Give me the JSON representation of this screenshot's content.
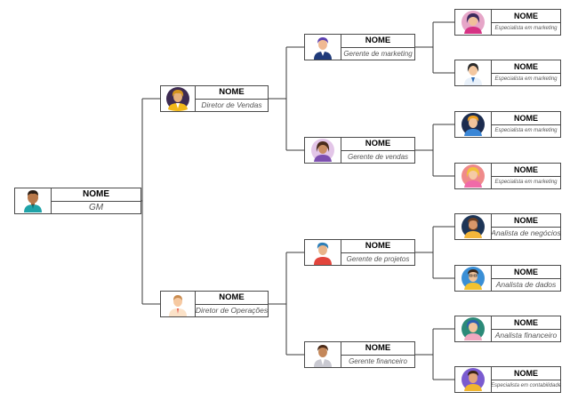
{
  "chart": {
    "gm": {
      "name": "NOME",
      "role": "GM",
      "avatar": "man-teal-shirt-icon"
    },
    "directors": [
      {
        "name": "NOME",
        "role": "Diretor de Vendas",
        "avatar": "woman-yellow-icon"
      },
      {
        "name": "NOME",
        "role": "Diretor de Operações",
        "avatar": "man-light-icon"
      }
    ],
    "managers": [
      {
        "name": "NOME",
        "role": "Gerente de marketing",
        "avatar": "man-navy-icon"
      },
      {
        "name": "NOME",
        "role": "Gerente de vendas",
        "avatar": "woman-purple-icon"
      },
      {
        "name": "NOME",
        "role": "Gerente de projetos",
        "avatar": "man-red-shirt-icon"
      },
      {
        "name": "NOME",
        "role": "Gerente financeiro",
        "avatar": "man-suit-icon"
      }
    ],
    "specialists": [
      {
        "name": "NOME",
        "role": "Especialista em marketing",
        "avatar": "woman-pink-icon"
      },
      {
        "name": "NOME",
        "role": "Especialista em marketing",
        "avatar": "woman-white-icon"
      },
      {
        "name": "NOME",
        "role": "Especialista em marketing",
        "avatar": "man-blue-icon"
      },
      {
        "name": "NOME",
        "role": "Especialista em marketing",
        "avatar": "woman-blonde-icon"
      },
      {
        "name": "NOME",
        "role": "Analista de negócios",
        "avatar": "man-beard-icon"
      },
      {
        "name": "NOME",
        "role": "Analista de dados",
        "avatar": "man-glasses-icon"
      },
      {
        "name": "NOME",
        "role": "Analista financeiro",
        "avatar": "woman-green-icon"
      },
      {
        "name": "NOME",
        "role": "Especialista em contabilidade",
        "avatar": "man-purple-icon"
      }
    ]
  },
  "colors": {
    "line": "#3a3a3a",
    "border": "#4a4a4a"
  }
}
